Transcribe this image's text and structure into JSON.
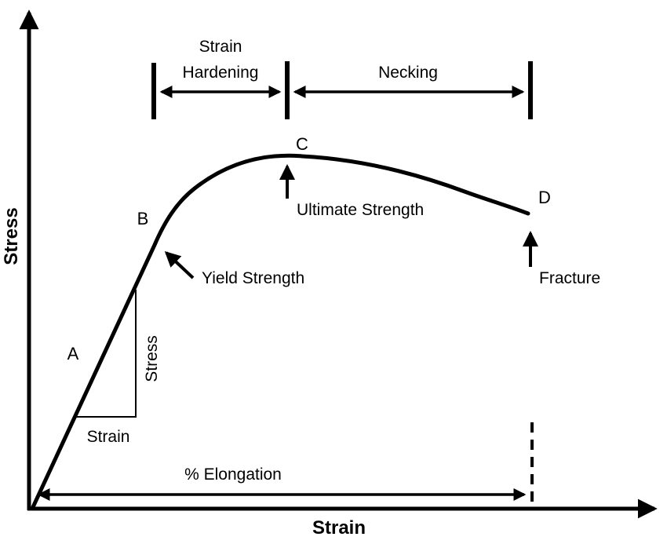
{
  "figure": {
    "background": "#ffffff",
    "ink": "#000000",
    "axes": {
      "y_label": "Stress",
      "x_label": "Strain"
    },
    "regions": {
      "strain_hardening_line1": "Strain",
      "strain_hardening_line2": "Hardening",
      "necking": "Necking"
    },
    "points": {
      "A": "A",
      "B": "B",
      "C": "C",
      "D": "D"
    },
    "annotations": {
      "ultimate_strength": "Ultimate Strength",
      "yield_strength": "Yield Strength",
      "fracture": "Fracture",
      "percent_elongation": "% Elongation"
    },
    "modulus_triangle": {
      "vertical_label": "Stress",
      "horizontal_label": "Strain"
    }
  }
}
